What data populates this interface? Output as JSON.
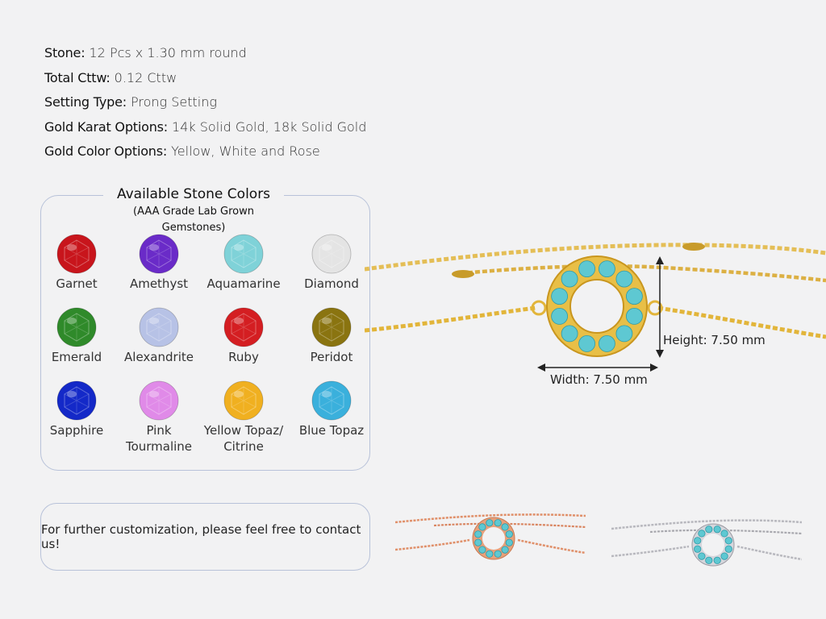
{
  "specs": [
    {
      "key": "Stone:",
      "value": " 12 Pcs x 1.30 mm round"
    },
    {
      "key": "Total Cttw:",
      "value": " 0.12 Cttw"
    },
    {
      "key": "Setting Type:",
      "value": " Prong Setting"
    },
    {
      "key": "Gold Karat Options:",
      "value": " 14k Solid Gold, 18k Solid Gold"
    },
    {
      "key": "Gold Color Options:",
      "value": " Yellow, White and Rose"
    }
  ],
  "stones_panel": {
    "title": "Available Stone Colors",
    "subtitle": "(AAA Grade Lab Grown Gemstones)",
    "stones": [
      {
        "name": "Garnet",
        "color": "#c8151c"
      },
      {
        "name": "Amethyst",
        "color": "#6a2bc8"
      },
      {
        "name": "Aquamarine",
        "color": "#7fd2d8"
      },
      {
        "name": "Diamond",
        "color": "#e4e4e4"
      },
      {
        "name": "Emerald",
        "color": "#2f8a2a"
      },
      {
        "name": "Alexandrite",
        "color": "#b7c2e6"
      },
      {
        "name": "Ruby",
        "color": "#d41e22"
      },
      {
        "name": "Peridot",
        "color": "#8a7410"
      },
      {
        "name": "Sapphire",
        "color": "#1429c8"
      },
      {
        "name": "Pink\nTourmaline",
        "color": "#e08ae8"
      },
      {
        "name": "Yellow Topaz/\nCitrine",
        "color": "#f0b020"
      },
      {
        "name": "Blue Topaz",
        "color": "#3ab0dc"
      }
    ]
  },
  "contact": {
    "text": "For further customization, please feel free to contact us!"
  },
  "dimensions": {
    "height": "Height: 7.50 mm",
    "width": "Width: 7.50 mm"
  },
  "colors": {
    "yellow_gold": "#e2b53a",
    "rose_gold": "#e0906a",
    "white_gold": "#b8b8be",
    "stone_teal": "#5ec8d2"
  }
}
